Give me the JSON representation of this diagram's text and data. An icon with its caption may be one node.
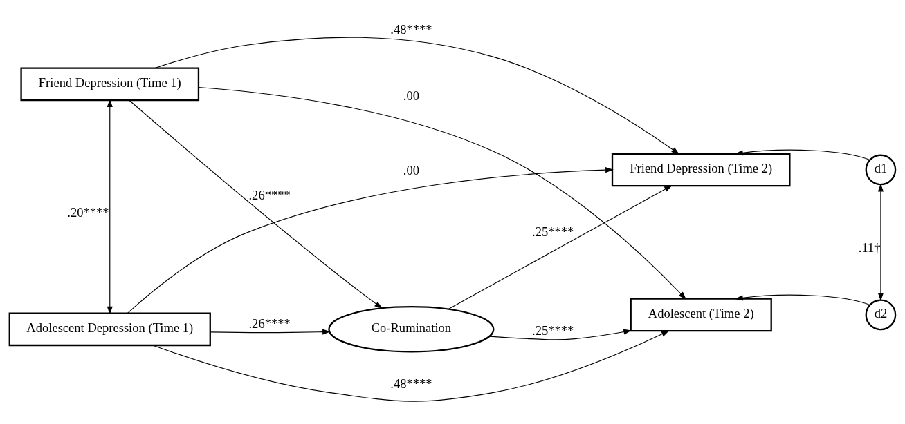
{
  "diagram": {
    "nodes": [
      {
        "text": [
          "Friend Depression (Time 1)"
        ]
      },
      {
        "text": [
          "Friend Depression (Time 2)"
        ]
      },
      {
        "text": [
          "Co-Rumination"
        ]
      },
      {
        "text": [
          "d1"
        ]
      },
      {
        "text": [
          "Adolescent Depression (Time 1)"
        ]
      },
      {
        "text": [
          "Adolescent (Time 2)"
        ]
      },
      {
        "text": [
          "d2"
        ]
      }
    ],
    "edges": [
      {
        "from": 0,
        "to": 1,
        "arrow": "to",
        "label": ".48****"
      },
      {
        "from": 0,
        "to": 2,
        "arrow": "to",
        "label": ".26****"
      },
      {
        "from": 2,
        "to": 1,
        "arrow": "to",
        "label": ".25****"
      },
      {
        "from": 0,
        "to": 5,
        "arrow": "to",
        "label": ".00"
      },
      {
        "from": 4,
        "to": 2,
        "arrow": "to",
        "label": ".26****"
      },
      {
        "from": 4,
        "to": 1,
        "arrow": "to",
        "label": ".00"
      },
      {
        "from": 2,
        "to": 5,
        "arrow": "to",
        "label": ".25****"
      },
      {
        "from": 4,
        "to": 5,
        "arrow": "to",
        "label": ".48****"
      },
      {
        "from": 3,
        "to": 1,
        "arrow": "to"
      },
      {
        "from": 6,
        "to": 5,
        "arrow": "to"
      },
      {
        "from": 0,
        "to": 4,
        "arrow": "both",
        "label": ".20****"
      },
      {
        "from": 3,
        "to": 6,
        "arrow": "both",
        "label": ".11†"
      }
    ]
  }
}
